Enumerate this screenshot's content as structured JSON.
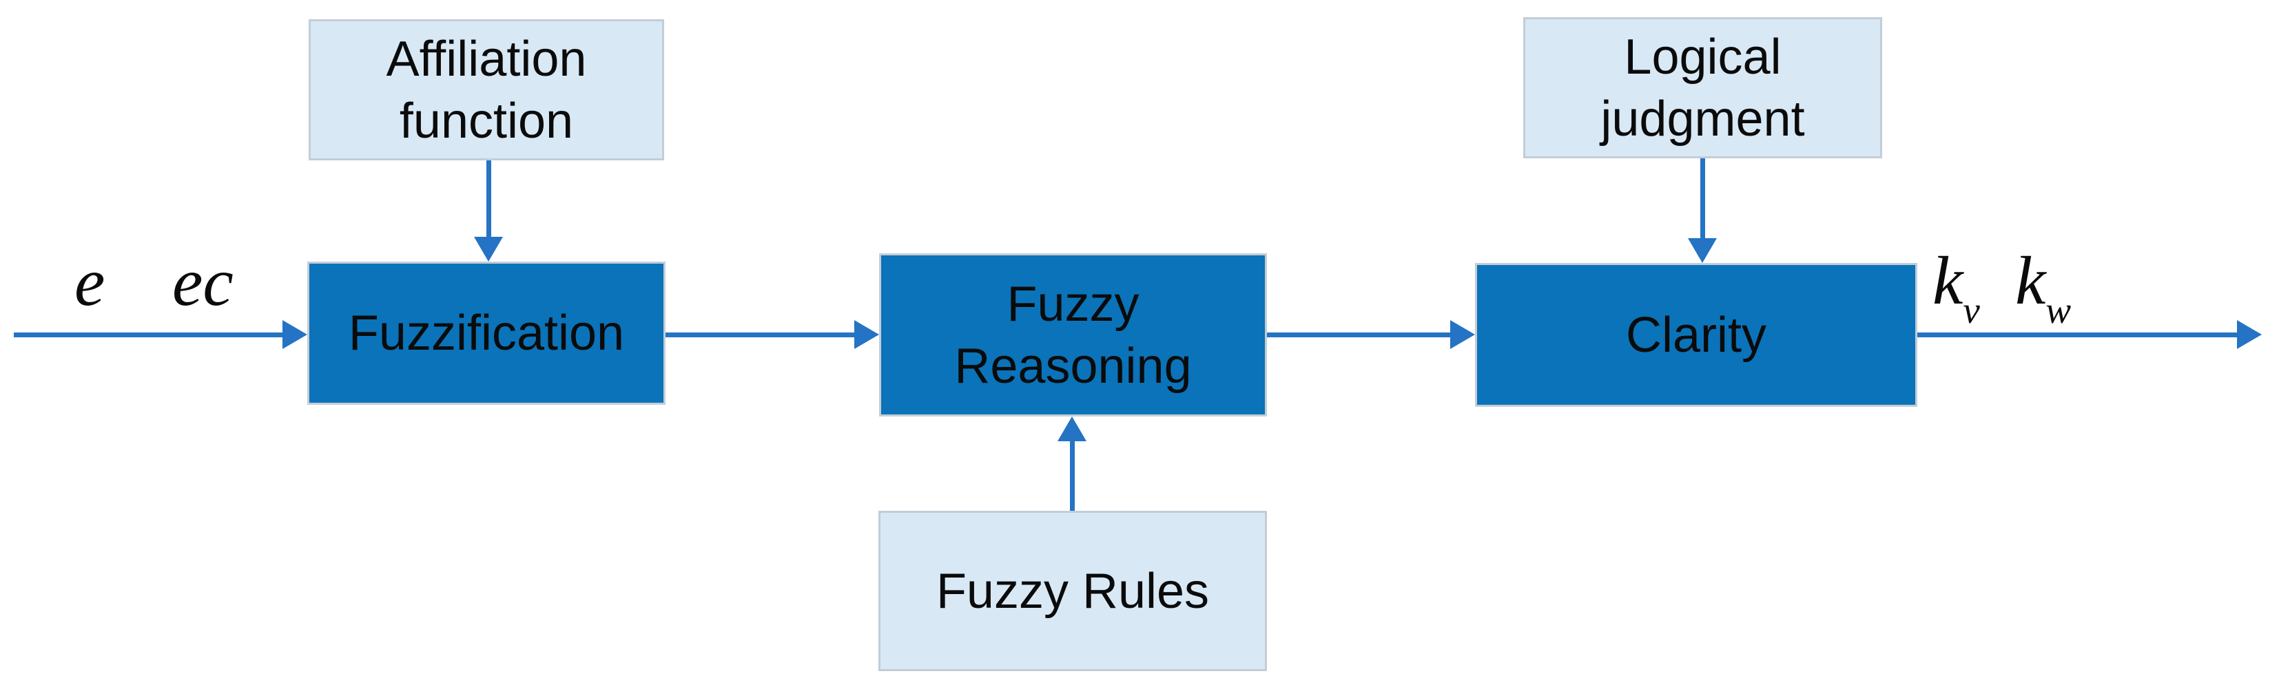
{
  "diagram": {
    "boxes": {
      "affiliation_function": {
        "style": "light",
        "label_lines": [
          "Affiliation",
          "function"
        ]
      },
      "fuzzification": {
        "style": "dark",
        "label_lines": [
          "Fuzzification"
        ]
      },
      "fuzzy_reasoning": {
        "style": "dark",
        "label_lines": [
          "Fuzzy",
          "Reasoning"
        ]
      },
      "fuzzy_rules": {
        "style": "light",
        "label_lines": [
          "Fuzzy Rules"
        ]
      },
      "clarity": {
        "style": "dark",
        "label_lines": [
          "Clarity"
        ]
      },
      "logical_judgment": {
        "style": "light",
        "label_lines": [
          "Logical",
          "judgment"
        ]
      }
    },
    "io_labels": {
      "input": [
        {
          "base": "e"
        },
        {
          "base": "ec"
        }
      ],
      "output": [
        {
          "base": "k",
          "sub": "v"
        },
        {
          "base": "k",
          "sub": "w"
        }
      ]
    },
    "colors": {
      "box_dark_fill": "#0a73b9",
      "box_light_fill": "#d9e8f5",
      "box_border": "#c3cdd6",
      "arrow": "#2473c4",
      "label_text": "#0b0b0b"
    }
  }
}
